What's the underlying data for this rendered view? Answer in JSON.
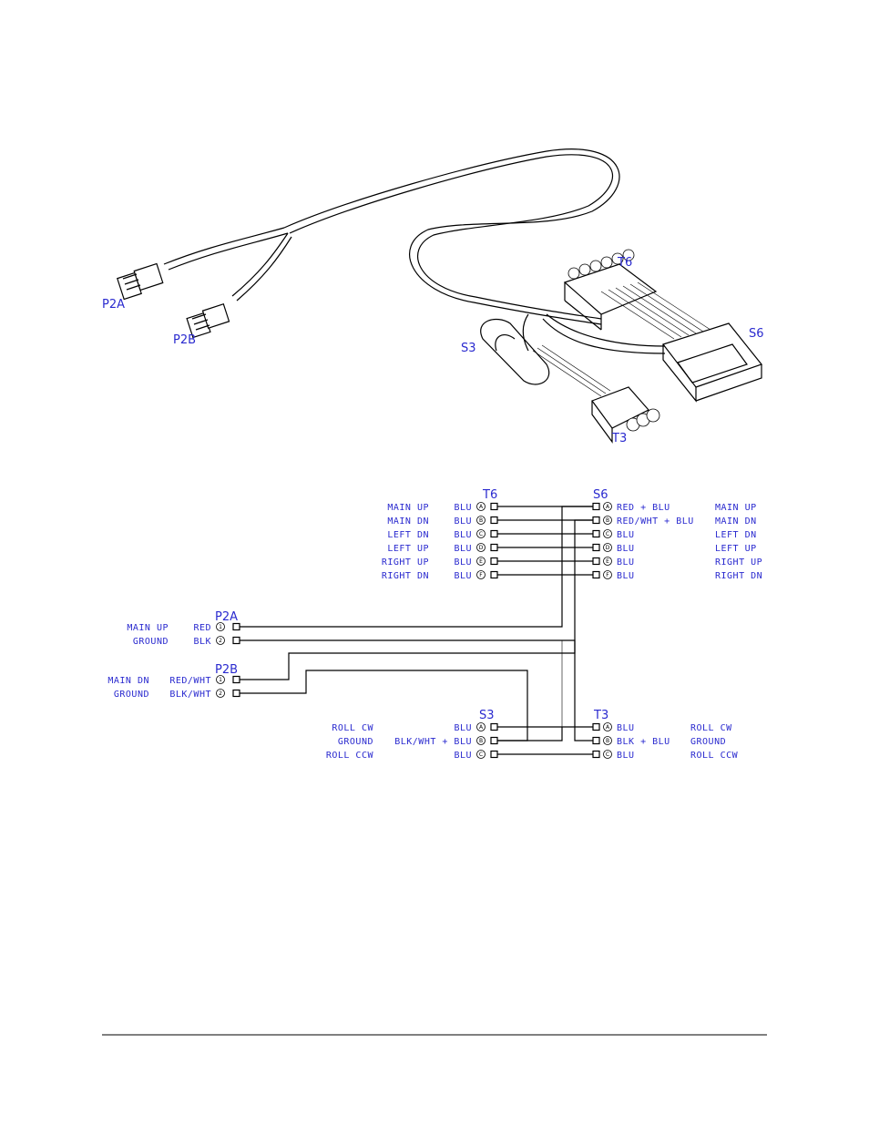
{
  "pictorial": {
    "labels": {
      "p2a": "P2A",
      "p2b": "P2B",
      "t6": "T6",
      "s6": "S6",
      "s3": "S3",
      "t3": "T3"
    }
  },
  "schematic": {
    "t6": {
      "title": "T6",
      "rows": [
        {
          "signal": "MAIN UP",
          "color": "BLU",
          "pin": "A"
        },
        {
          "signal": "MAIN DN",
          "color": "BLU",
          "pin": "B"
        },
        {
          "signal": "LEFT DN",
          "color": "BLU",
          "pin": "C"
        },
        {
          "signal": "LEFT UP",
          "color": "BLU",
          "pin": "D"
        },
        {
          "signal": "RIGHT UP",
          "color": "BLU",
          "pin": "E"
        },
        {
          "signal": "RIGHT DN",
          "color": "BLU",
          "pin": "F"
        }
      ]
    },
    "s6": {
      "title": "S6",
      "rows": [
        {
          "pin": "A",
          "color": "RED + BLU",
          "signal": "MAIN UP"
        },
        {
          "pin": "B",
          "color": "RED/WHT + BLU",
          "signal": "MAIN DN"
        },
        {
          "pin": "C",
          "color": "BLU",
          "signal": "LEFT DN"
        },
        {
          "pin": "D",
          "color": "BLU",
          "signal": "LEFT UP"
        },
        {
          "pin": "E",
          "color": "BLU",
          "signal": "RIGHT UP"
        },
        {
          "pin": "F",
          "color": "BLU",
          "signal": "RIGHT DN"
        }
      ]
    },
    "p2a": {
      "title": "P2A",
      "rows": [
        {
          "signal": "MAIN UP",
          "color": "RED",
          "pin": "1"
        },
        {
          "signal": "GROUND",
          "color": "BLK",
          "pin": "2"
        }
      ]
    },
    "p2b": {
      "title": "P2B",
      "rows": [
        {
          "signal": "MAIN DN",
          "color": "RED/WHT",
          "pin": "1"
        },
        {
          "signal": "GROUND",
          "color": "BLK/WHT",
          "pin": "2"
        }
      ]
    },
    "s3": {
      "title": "S3",
      "rows": [
        {
          "signal": "ROLL CW",
          "color": "BLU",
          "pin": "A"
        },
        {
          "signal": "GROUND",
          "color": "BLK/WHT + BLU",
          "pin": "B"
        },
        {
          "signal": "ROLL CCW",
          "color": "BLU",
          "pin": "C"
        }
      ]
    },
    "t3": {
      "title": "T3",
      "rows": [
        {
          "pin": "A",
          "color": "BLU",
          "signal": "ROLL CW"
        },
        {
          "pin": "B",
          "color": "BLK + BLU",
          "signal": "GROUND"
        },
        {
          "pin": "C",
          "color": "BLU",
          "signal": "ROLL CCW"
        }
      ]
    }
  }
}
